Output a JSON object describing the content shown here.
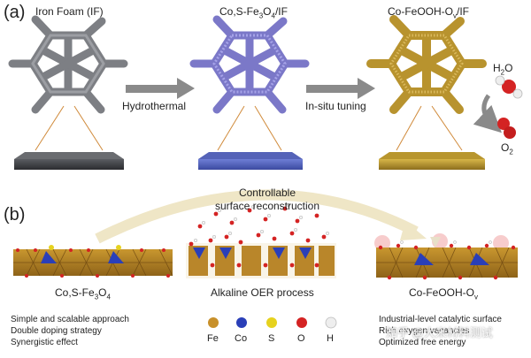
{
  "panel_a": {
    "label": "(a)",
    "stage1_title": "Iron Foam (IF)",
    "stage2_title_prefix": "Co,S-Fe",
    "stage2_sub1": "3",
    "stage2_mid": "O",
    "stage2_sub2": "4",
    "stage2_suffix": "/IF",
    "stage3_title_prefix": "Co-FeOOH-O",
    "stage3_sub": "v",
    "stage3_suffix": "/IF",
    "arrow1_label": "Hydrothermal",
    "arrow2_label": "In-situ tuning",
    "h2o_prefix": "H",
    "h2o_sub": "2",
    "h2o_suffix": "O",
    "o2_prefix": "O",
    "o2_sub": "2"
  },
  "panel_b": {
    "label": "(b)",
    "reconstruction_line1": "Controllable",
    "reconstruction_line2": "surface reconstruction",
    "left_label_prefix": "Co,S-Fe",
    "left_sub1": "3",
    "left_mid": "O",
    "left_sub2": "4",
    "middle_label": "Alkaline OER process",
    "right_label_prefix": "Co-FeOOH-O",
    "right_sub": "v",
    "left_notes": [
      "Simple and scalable approach",
      "Double doping strategy",
      "Synergistic effect"
    ],
    "right_notes": [
      "Industrial-level catalytic surface",
      "Rich oxygen vacancies",
      "Optimized free energy"
    ],
    "legend": [
      {
        "name": "Fe",
        "color": "#c8902a"
      },
      {
        "name": "Co",
        "color": "#2a3fb8"
      },
      {
        "name": "S",
        "color": "#e6d21e"
      },
      {
        "name": "O",
        "color": "#d42323"
      },
      {
        "name": "H",
        "color": "#eeeeee"
      }
    ]
  },
  "colors": {
    "iron_foam": "#7d7f84",
    "cofe_foam": "#7b78c8",
    "feooh_foam": "#b8932e",
    "arrow": "#8a8a8a",
    "recon_arrow": "#efe6c6"
  },
  "watermark": "知乎 @大米材料测试"
}
